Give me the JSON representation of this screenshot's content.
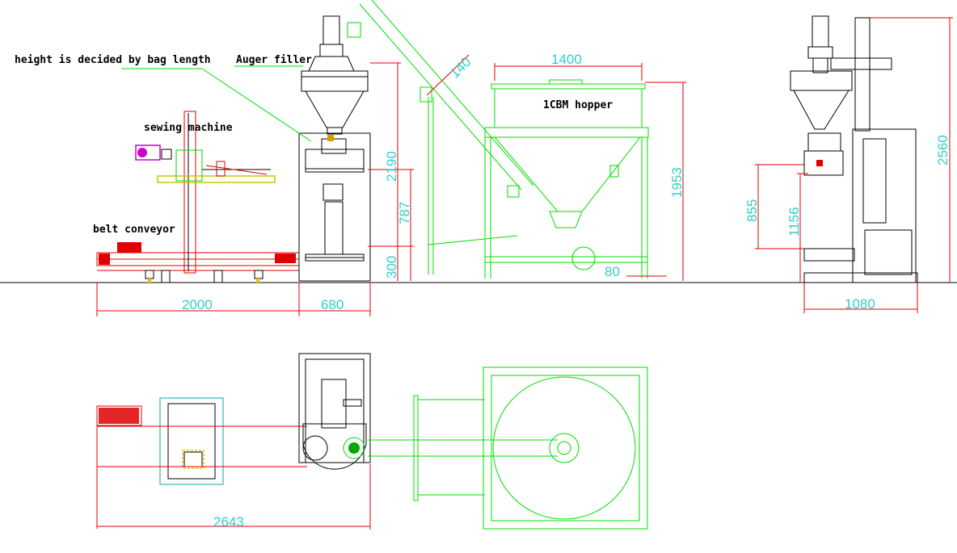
{
  "labels": {
    "height_note": "height is decided by bag length",
    "auger_filler": "Auger filler",
    "hopper": "1CBM hopper",
    "sewing_machine": "sewing machine",
    "belt_conveyor": "belt conveyor"
  },
  "dimensions": {
    "conveyor_length": "2000",
    "filler_width": "680",
    "hopper_width": "1400",
    "screw_conveyor_size": "140",
    "filler_height": "2190",
    "bag_height": "787",
    "base_height": "300",
    "hopper_height": "1953",
    "hopper_outlet": "80",
    "side_height": "2560",
    "side_mid_height": "1156",
    "side_low_height": "855",
    "side_width": "1080",
    "plan_length": "2643"
  },
  "colors": {
    "outline": "#000000",
    "dimension": "#33cccc",
    "hopper": "#00dd00",
    "dimension_line": "#e00000",
    "sewing_frame": "#c8c800",
    "motor": "#cc00cc"
  }
}
